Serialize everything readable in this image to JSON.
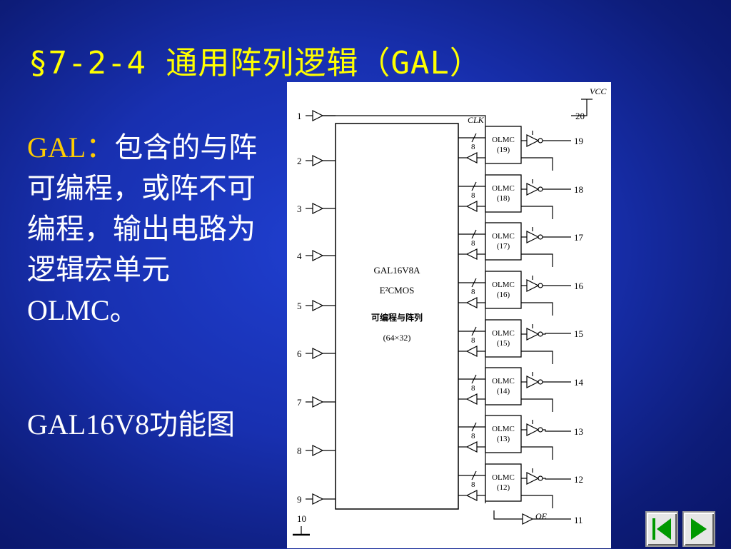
{
  "slide": {
    "title": "§7-2-4 通用阵列逻辑（GAL）",
    "description_prefix": "GAL：",
    "description_body": "包含的与阵可编程，或阵不可编程，输出电路为逻辑宏单元OLMC。",
    "caption": "GAL16V8功能图"
  },
  "diagram": {
    "vcc_label": "VCC",
    "clk_label": "CLK",
    "oe_label": "OE",
    "chip_name": "GAL16V8A",
    "chip_process": "E²CMOS",
    "array_label": "可编程与阵列",
    "array_size": "(64×32)",
    "bus_width": "8",
    "input_pins": [
      "1",
      "2",
      "3",
      "4",
      "5",
      "6",
      "7",
      "8",
      "9"
    ],
    "ground_pin": "10",
    "vcc_pin": "20",
    "oe_pin": "11",
    "olmc_label": "OLMC",
    "olmc_units": [
      "(19)",
      "(18)",
      "(17)",
      "(16)",
      "(15)",
      "(14)",
      "(13)",
      "(12)"
    ],
    "output_pins": [
      "19",
      "18",
      "17",
      "16",
      "15",
      "14",
      "13",
      "12"
    ]
  },
  "nav": {
    "prev_icon": "prev-slide-icon",
    "next_icon": "next-slide-icon",
    "accent": "#009900"
  }
}
